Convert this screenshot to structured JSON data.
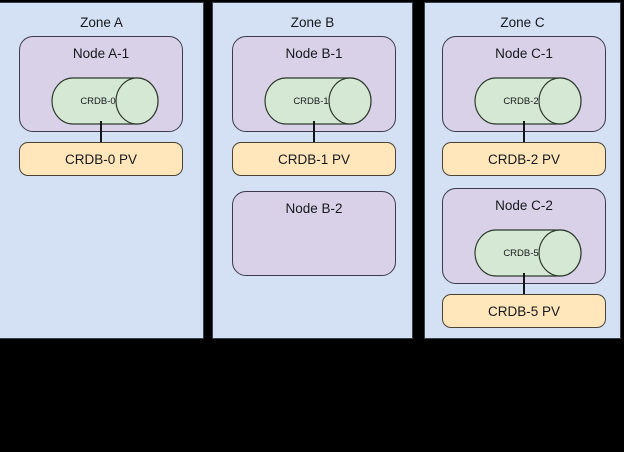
{
  "diagram": {
    "title": "CockroachDB multi-zone node and persistent volume topology",
    "background_color": "#000000",
    "colors": {
      "zone_fill": "#d4e1f5",
      "zone_stroke": "#39404d",
      "node_fill": "#d9d1e8",
      "node_stroke": "#3f3a4a",
      "pv_fill": "#ffe6bb",
      "pv_stroke": "#4a4335",
      "cylinder_fill": "#d5e8d4",
      "cylinder_stroke": "#2f3b2d",
      "connector": "#111419"
    }
  },
  "zones": [
    {
      "id": "zone-a",
      "label": "Zone A",
      "nodes": [
        {
          "id": "node-a-1",
          "label": "Node A-1",
          "cylinder": {
            "id": "crdb-0",
            "label": "CRDB-0"
          },
          "pv": {
            "id": "crdb-0-pv",
            "label": "CRDB-0 PV"
          }
        }
      ]
    },
    {
      "id": "zone-b",
      "label": "Zone B",
      "nodes": [
        {
          "id": "node-b-1",
          "label": "Node B-1",
          "cylinder": {
            "id": "crdb-1",
            "label": "CRDB-1"
          },
          "pv": {
            "id": "crdb-1-pv",
            "label": "CRDB-1 PV"
          }
        },
        {
          "id": "node-b-2",
          "label": "Node B-2",
          "cylinder": null,
          "pv": null
        }
      ]
    },
    {
      "id": "zone-c",
      "label": "Zone C",
      "nodes": [
        {
          "id": "node-c-1",
          "label": "Node C-1",
          "cylinder": {
            "id": "crdb-2",
            "label": "CRDB-2"
          },
          "pv": {
            "id": "crdb-2-pv",
            "label": "CRDB-2 PV"
          }
        },
        {
          "id": "node-c-2",
          "label": "Node C-2",
          "cylinder": {
            "id": "crdb-5",
            "label": "CRDB-5"
          },
          "pv": {
            "id": "crdb-5-pv",
            "label": "CRDB-5 PV"
          }
        }
      ]
    }
  ]
}
